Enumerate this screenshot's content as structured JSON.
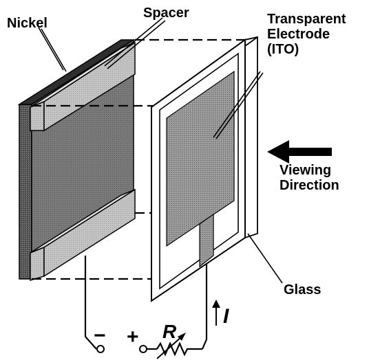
{
  "labels": {
    "nickel": "Nickel",
    "spacer": "Spacer",
    "electrode_line1": "Transparent",
    "electrode_line2": "Electrode",
    "electrode_line3": "(ITO)",
    "viewing_line1": "Viewing",
    "viewing_line2": "Direction",
    "glass": "Glass",
    "minus": "−",
    "plus": "+",
    "resistor": "R",
    "current": "I"
  },
  "colors": {
    "ink": "#000000",
    "nickel_dark": "#3a3a3a",
    "nickel_mid": "#6e6e6e",
    "spacer_face": "#bdbdbd",
    "ito_fill": "#8c8c8c",
    "background": "#ffffff"
  }
}
